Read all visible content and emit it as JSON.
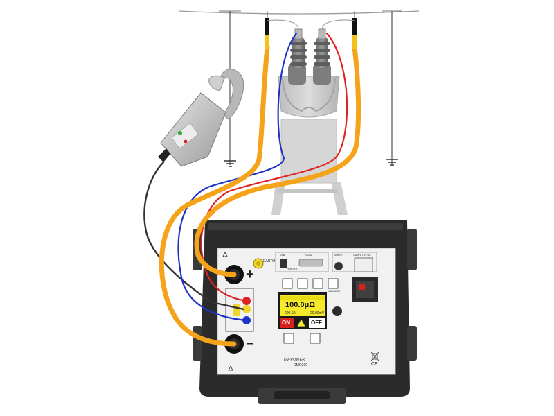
{
  "instrument": {
    "model": "DMO200",
    "brand_mark": "DV-POWER",
    "earth_label": "EARTH",
    "plus_sign": "+",
    "minus_sign": "−",
    "usb_label": "USB",
    "rs232_label": "RS232",
    "printer_label": "PRINTER",
    "supply_label": "SUPPLY",
    "output_label": "OUTPUT 4V DC",
    "measure_label": "MEASURE",
    "buttons": {
      "on": "ON",
      "off": "OFF"
    },
    "display": {
      "reading": "100.0μΩ",
      "current": "200.0A",
      "voltage": "20.00mV"
    },
    "ce_mark": "CE"
  },
  "colors": {
    "current_lead": "#f5a31a",
    "sense_red": "#e02222",
    "sense_blue": "#1d35c4",
    "clamp_lead": "#333333",
    "display_bg": "#f6ea2a",
    "on_button": "#d8211b",
    "case": "#2b2b2b"
  },
  "icons": [
    "warning-icon",
    "earth-ground-icon",
    "usb-icon",
    "fuse-icon",
    "power-switch-icon",
    "weee-bin-icon"
  ]
}
